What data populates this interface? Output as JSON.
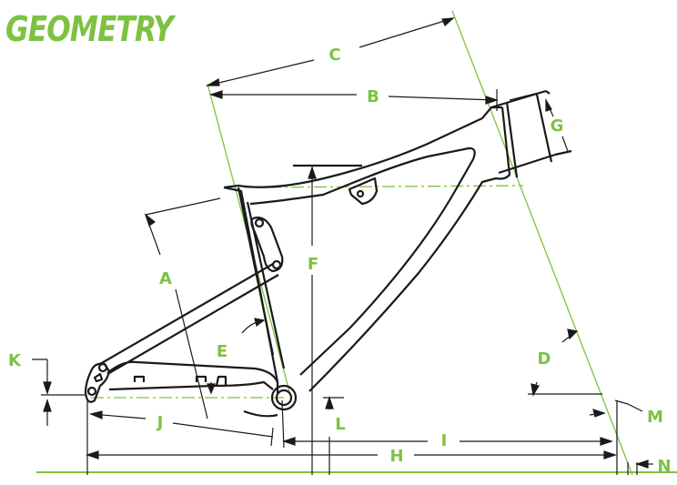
{
  "title": "GEOMETRY",
  "colors": {
    "accent": "#7dc242",
    "frame": "#1a1a1a",
    "background": "#ffffff"
  },
  "labels": {
    "A": "A",
    "B": "B",
    "C": "C",
    "D": "D",
    "E": "E",
    "F": "F",
    "G": "G",
    "H": "H",
    "I": "I",
    "J": "J",
    "K": "K",
    "L": "L",
    "M": "M",
    "N": "N"
  }
}
